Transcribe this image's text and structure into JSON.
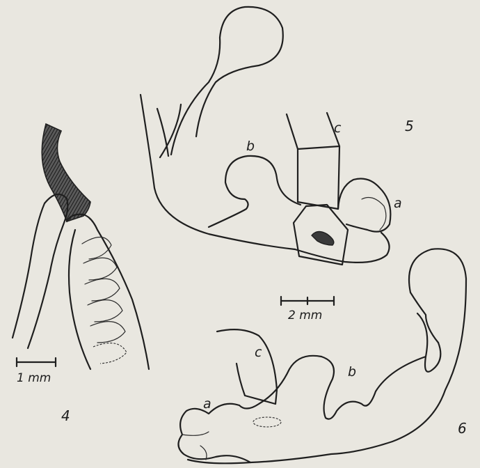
{
  "figures": {
    "fig4": {
      "number": "4",
      "scale_label": "1 mm"
    },
    "fig5": {
      "number": "5",
      "scale_label": "2 mm",
      "labels": {
        "a": "a",
        "b": "b",
        "c": "c"
      }
    },
    "fig6": {
      "number": "6",
      "labels": {
        "a": "a",
        "b": "b",
        "c": "c"
      }
    }
  }
}
